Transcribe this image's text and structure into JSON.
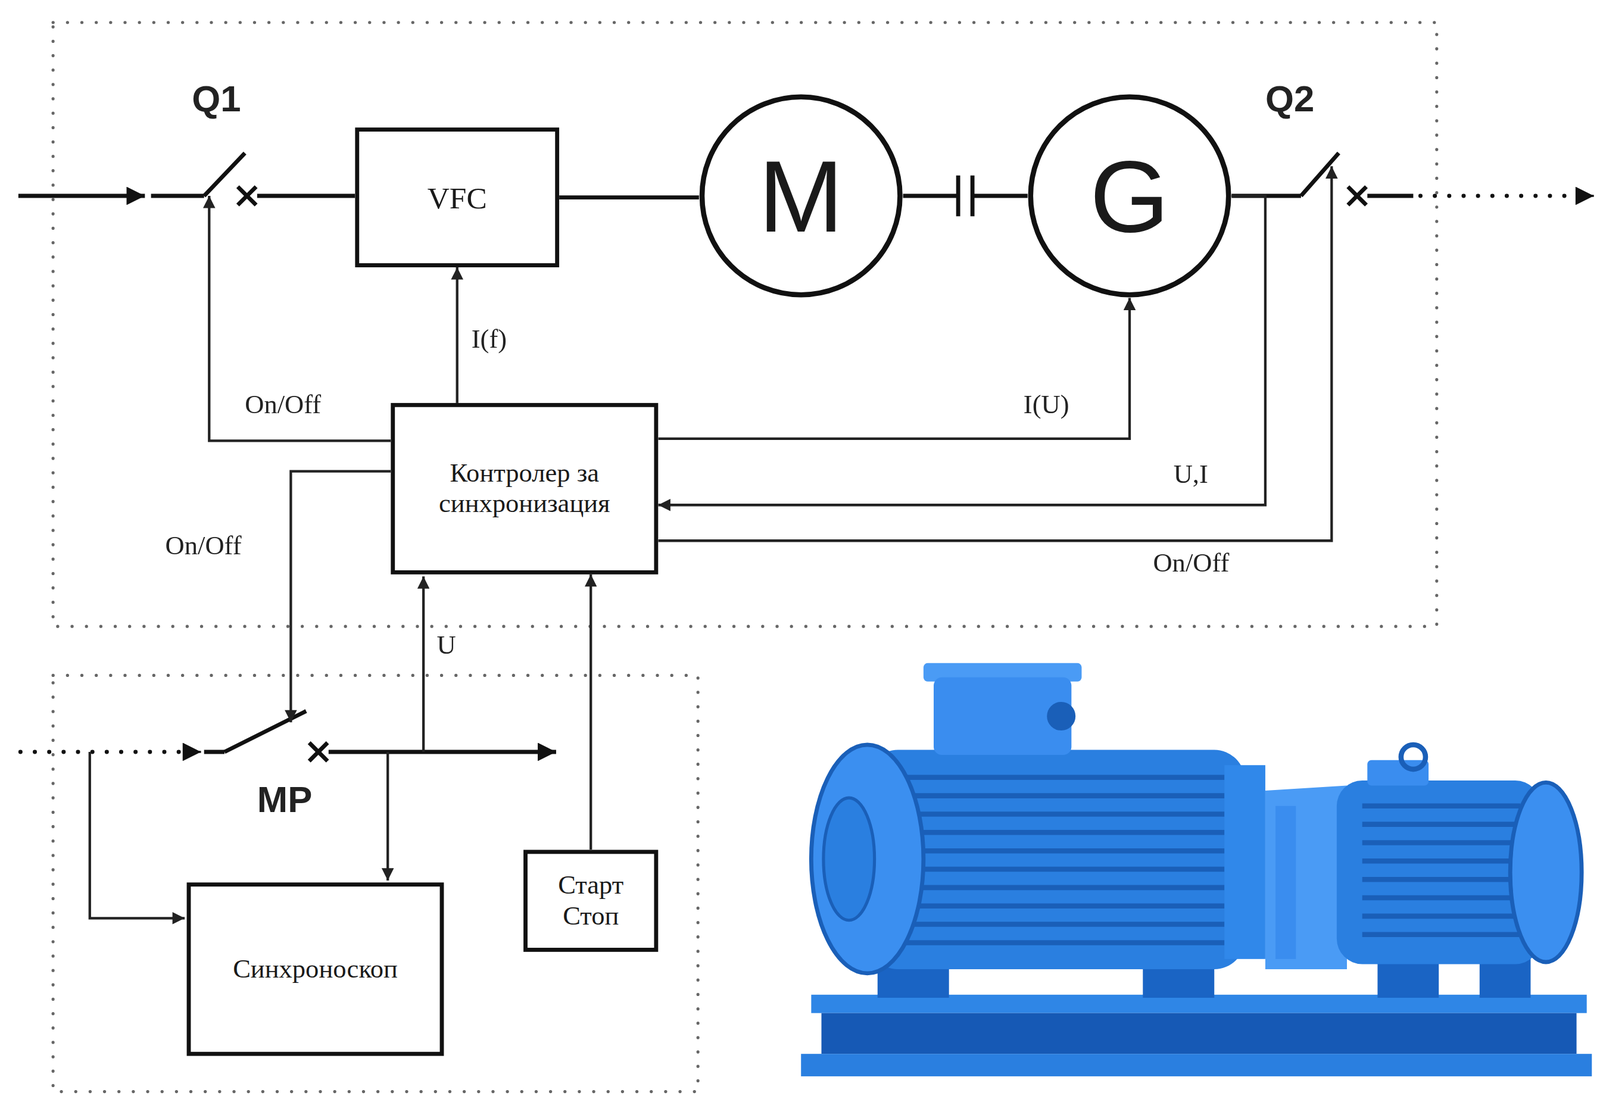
{
  "diagram": {
    "nodes": [
      {
        "text": [
          "VFC"
        ]
      },
      {
        "text": [
          "M"
        ]
      },
      {
        "text": [
          "G"
        ]
      },
      {
        "text": [
          "Контролер за синхронизация"
        ]
      },
      {
        "text": [
          "Синхроноскоп"
        ]
      },
      {
        "text": [
          "Старт Стоп"
        ]
      }
    ],
    "edges": [
      {
        "from": 0,
        "to": 1,
        "arrow": "none"
      },
      {
        "from": 1,
        "to": 2,
        "arrow": "none"
      },
      {
        "from": 3,
        "to": 0,
        "label": "I(f)",
        "arrow": "to"
      },
      {
        "from": 3,
        "to": 2,
        "label": "I(U)",
        "arrow": "to"
      },
      {
        "from": 2,
        "to": 3,
        "label": "U,I",
        "arrow": "to"
      },
      {
        "from": 5,
        "to": 3,
        "arrow": "to"
      }
    ],
    "labels": [
      "Q1",
      "Q2",
      "On/Off",
      "On/Off",
      "On/Off",
      "U",
      "MP"
    ]
  }
}
